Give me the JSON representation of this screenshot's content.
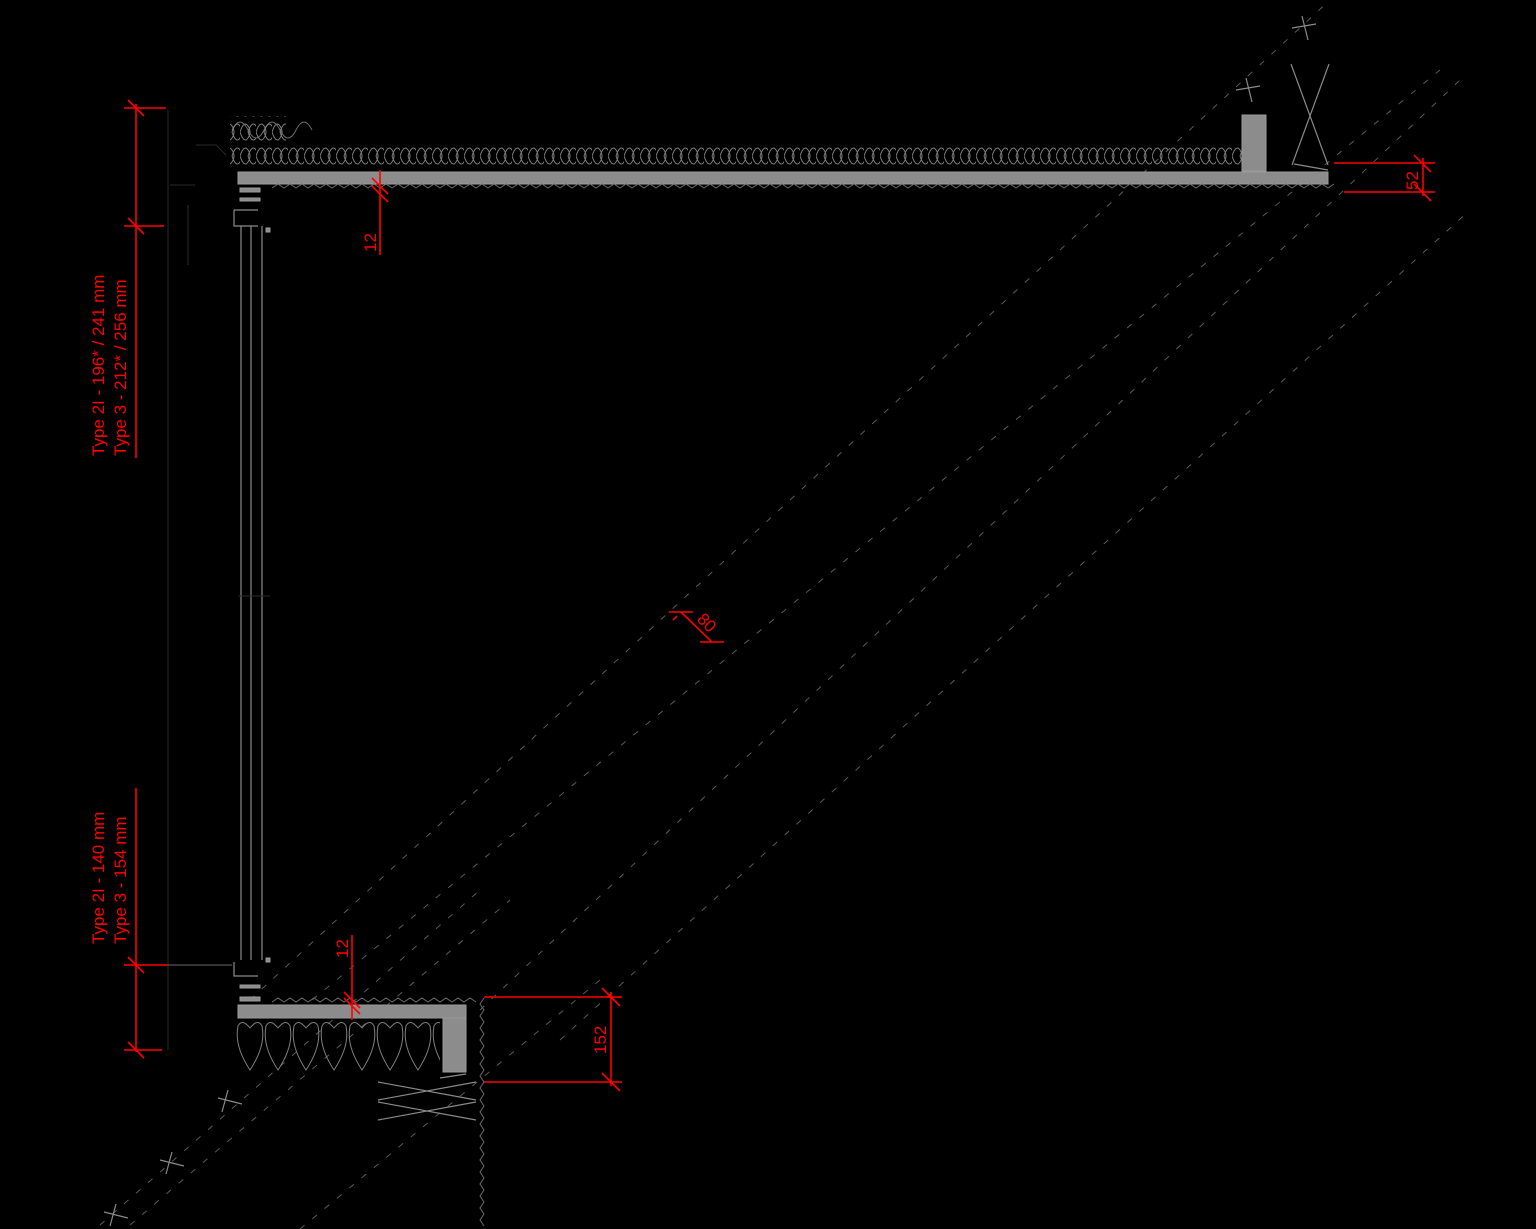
{
  "drawing": {
    "title": "Roof window section detail",
    "background": "#000000",
    "line_color": "#8a8a8a",
    "dimension_color": "#ff0000"
  },
  "dimensions": {
    "top_left_label_line1": "Type 2I - 196* / 241 mm",
    "top_left_label_line2": "Type 3 -  212* / 256 mm",
    "bottom_left_label_line1": "Type 2I - 140 mm",
    "bottom_left_label_line2": "Type 3 - 154 mm",
    "top_lining": "12",
    "bottom_lining": "12",
    "top_right": "52",
    "bottom_right": "152",
    "rafter_depth": "80"
  }
}
